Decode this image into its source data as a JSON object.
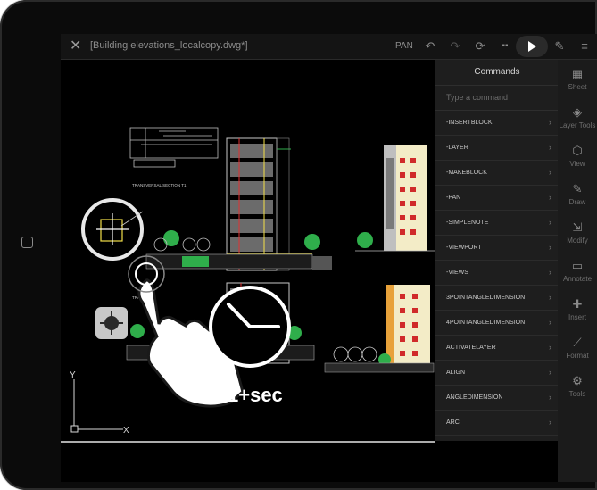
{
  "topbar": {
    "title": "[Building elevations_localcopy.dwg*]",
    "pan_label": "PAN",
    "icons": [
      "close-icon",
      "undo-icon",
      "redo-icon",
      "refresh-icon",
      "grid-icon",
      "play-icon",
      "pencil-icon",
      "menu-icon"
    ]
  },
  "commands": {
    "title": "Commands",
    "placeholder": "Type a command",
    "items": [
      "-INSERTBLOCK",
      "-LAYER",
      "-MAKEBLOCK",
      "-PAN",
      "-SIMPLENOTE",
      "-VIEWPORT",
      "-VIEWS",
      "3POINTANGLEDIMENSION",
      "4POINTANGLEDIMENSION",
      "ACTIVATELAYER",
      "ALIGN",
      "ANGLEDIMENSION",
      "ARC"
    ]
  },
  "tools": [
    {
      "label": "Sheet",
      "icon": "sheet-icon"
    },
    {
      "label": "Layer Tools",
      "icon": "layers-icon"
    },
    {
      "label": "View",
      "icon": "cube-icon"
    },
    {
      "label": "Draw",
      "icon": "pencil-icon"
    },
    {
      "label": "Modify",
      "icon": "modify-icon"
    },
    {
      "label": "Annotate",
      "icon": "annotate-icon"
    },
    {
      "label": "Insert",
      "icon": "plus-icon"
    },
    {
      "label": "Format",
      "icon": "brush-icon"
    },
    {
      "label": "Tools",
      "icon": "tools-icon"
    }
  ],
  "caption": "1+sec",
  "drawing_labels": {
    "section": "TRANSVERSAL SECTION T1",
    "section2": "TRANSVER"
  },
  "colors": {
    "background": "#000000",
    "panel": "#1e1e1e",
    "accent_yellow": "#f4e04a",
    "accent_red": "#d02a2a",
    "tree_green": "#2fae4b"
  }
}
